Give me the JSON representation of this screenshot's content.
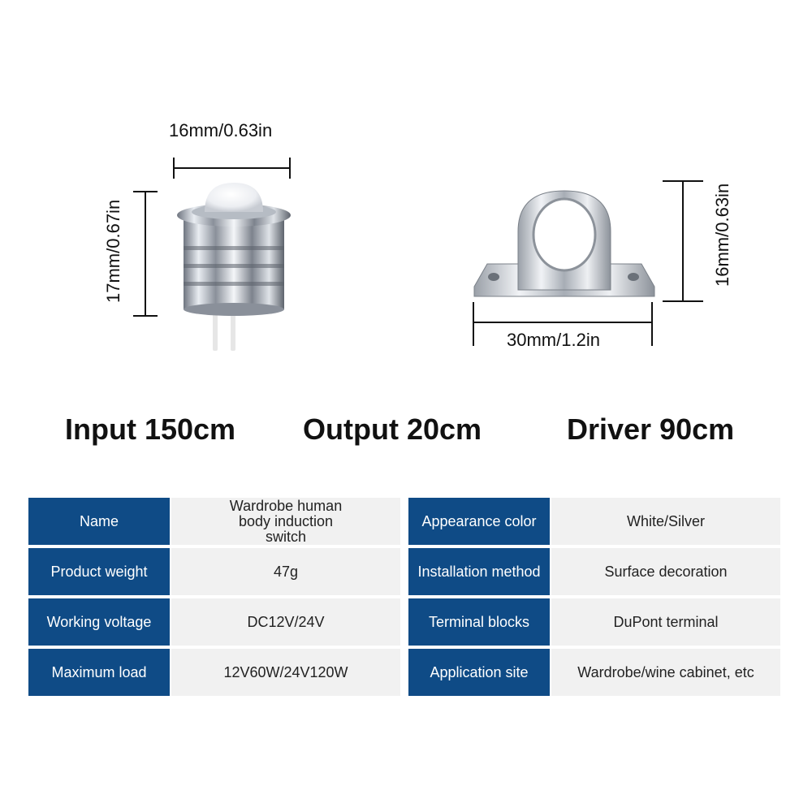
{
  "dimensions": {
    "sensor_width": "16mm/0.63in",
    "sensor_height": "17mm/0.67in",
    "bracket_width": "30mm/1.2in",
    "bracket_height": "16mm/0.63in"
  },
  "cable_lengths": [
    {
      "label": "Input 150cm"
    },
    {
      "label": "Output 20cm"
    },
    {
      "label": "Driver 90cm"
    }
  ],
  "spec_left": [
    {
      "key": "Name",
      "value": "Wardrobe human body induction switch"
    },
    {
      "key": "Product weight",
      "value": "47g"
    },
    {
      "key": "Working voltage",
      "value": "DC12V/24V"
    },
    {
      "key": "Maximum load",
      "value": "12V60W/24V120W"
    }
  ],
  "spec_right": [
    {
      "key": "Appearance color",
      "value": "White/Silver"
    },
    {
      "key": "Installation method",
      "value": "Surface decoration"
    },
    {
      "key": "Terminal blocks",
      "value": "DuPont terminal"
    },
    {
      "key": "Application site",
      "value": "Wardrobe/wine cabinet, etc"
    }
  ],
  "colors": {
    "header_blue": "#0f4b86",
    "cell_gray": "#f1f1f1"
  }
}
